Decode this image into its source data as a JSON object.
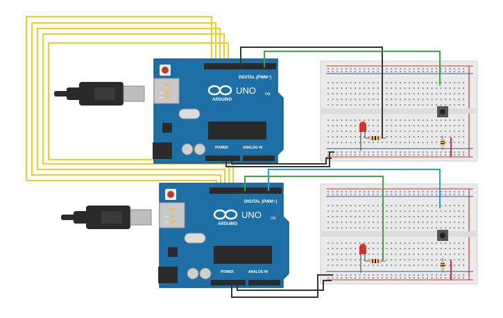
{
  "boards": [
    {
      "id": "arduino-top",
      "logo": "ARDUINO",
      "model": "UNO",
      "digital_label": "DIGITAL (PWM~)",
      "analog_label": "ANALOG IN",
      "power_label": "POWER",
      "on_label": "ON",
      "tx_label": "TX",
      "rx_label": "RX",
      "l_label": "L"
    },
    {
      "id": "arduino-bottom",
      "logo": "ARDUINO",
      "model": "UNO",
      "digital_label": "DIGITAL (PWM~)",
      "analog_label": "ANALOG IN",
      "power_label": "POWER",
      "on_label": "ON",
      "tx_label": "TX",
      "rx_label": "RX",
      "l_label": "L"
    }
  ],
  "colors": {
    "board": "#1e6fa5",
    "board_dark": "#175a87",
    "header": "#2b2b2b",
    "breadboard": "#eaeaea",
    "rail_red": "#d32f2f",
    "rail_blue": "#3a4fa8",
    "wire_yellow": "#f2cd1e",
    "wire_black": "#333333",
    "wire_green": "#3aa83a",
    "wire_blue": "#2a9fd6",
    "led_red": "#d9302a",
    "cable": "#2a2a2a"
  },
  "icons": [
    "usb-cable-icon",
    "led-icon",
    "resistor-icon",
    "pushbutton-icon",
    "infinity-logo-icon"
  ]
}
